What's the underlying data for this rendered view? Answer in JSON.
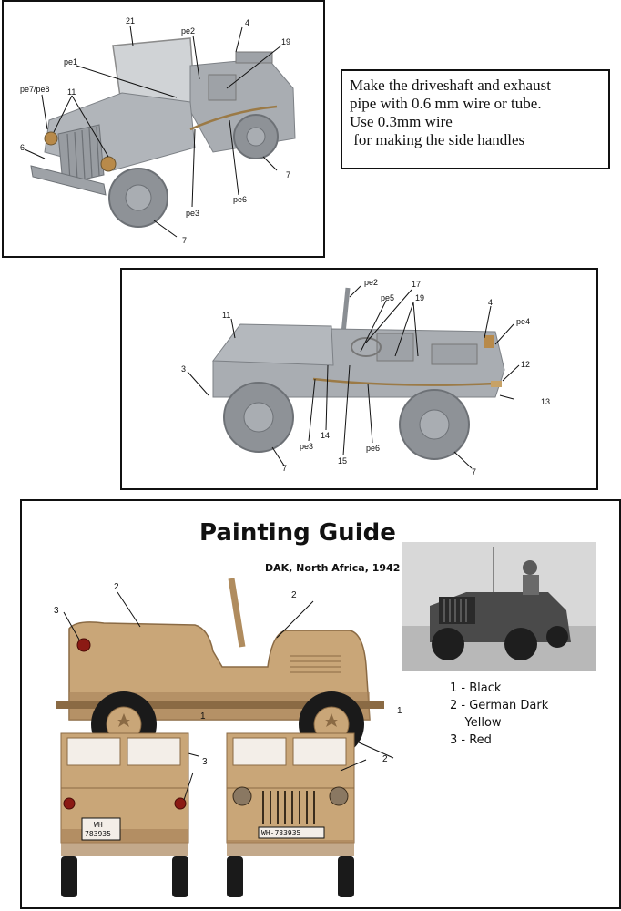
{
  "panel1": {
    "callouts": [
      "21",
      "pe2",
      "4",
      "19",
      "pe1",
      "pe7/pe8",
      "11",
      "6",
      "pe3",
      "pe6",
      "7",
      "7"
    ]
  },
  "note": {
    "lines": [
      "Make the driveshaft and exhaust",
      "pipe with 0.6 mm wire or tube.",
      "Use 0.3mm wire",
      " for making the side handles"
    ]
  },
  "panel2": {
    "callouts": [
      "pe2",
      "17",
      "pe5",
      "19",
      "4",
      "pe4",
      "11",
      "3",
      "12",
      "13",
      "14",
      "pe3",
      "15",
      "pe6",
      "7",
      "7"
    ]
  },
  "painting": {
    "title": "Painting Guide",
    "subtitle": "DAK, North Africa, 1942",
    "side_callouts": [
      "2",
      "2",
      "3",
      "1",
      "1"
    ],
    "rear_callout": "3",
    "front_callout": "2",
    "rear_plate": [
      "WH",
      "783935"
    ],
    "front_plate": "WH-783935",
    "legend": [
      "1 - Black",
      "2 - German Dark",
      "    Yellow",
      "3 - Red"
    ]
  },
  "colors": {
    "grey_model": "#a9adb2",
    "dark_yellow": "#c9a678",
    "dark_yellow_shade": "#a9845a",
    "black": "#1a1a1a",
    "red": "#8b1a14",
    "photo_bg": "#cfcfcf"
  }
}
